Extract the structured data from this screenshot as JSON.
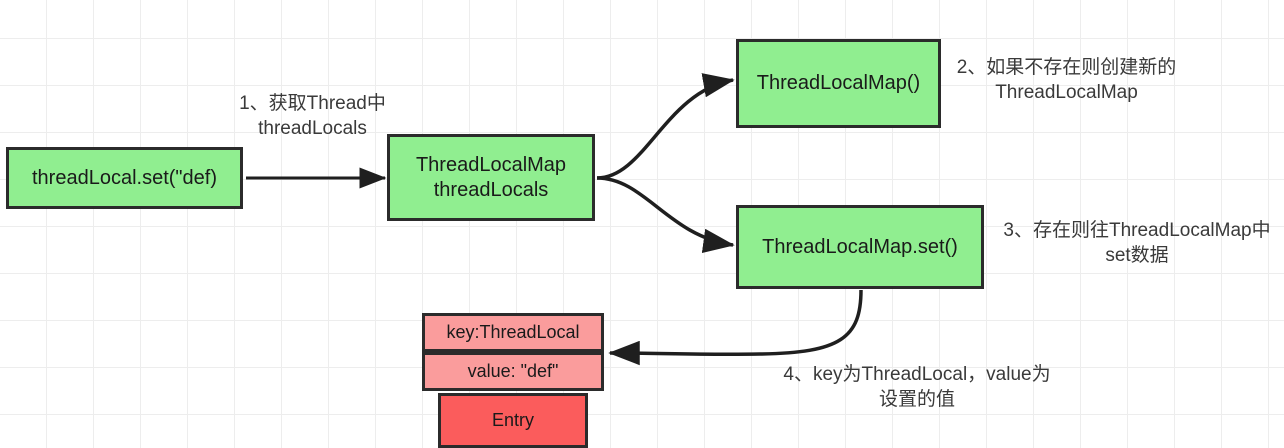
{
  "diagram": {
    "title": "ThreadLocal set flow",
    "colors": {
      "green_fill": "#90ee90",
      "pink_fill": "#fa9c9c",
      "red_fill": "#fb5c5c",
      "border": "#2b2b2b",
      "grid": "#ededed",
      "arrow": "#1f1f1f"
    },
    "nodes": {
      "entry_set": "threadLocal.set(\"def)",
      "threadlocals": "ThreadLocalMap\nthreadLocals",
      "map_ctor": "ThreadLocalMap()",
      "map_set": "ThreadLocalMap.set()",
      "entry_key": "key:ThreadLocal",
      "entry_value": "value: \"def\"",
      "entry_label": "Entry"
    },
    "notes": {
      "step1": "1、获取Thread中\nthreadLocals",
      "step2": "2、如果不存在则创建新的\nThreadLocalMap",
      "step3": "3、存在则往ThreadLocalMap中\nset数据",
      "step4": "4、key为ThreadLocal，value为\n设置的值"
    }
  }
}
